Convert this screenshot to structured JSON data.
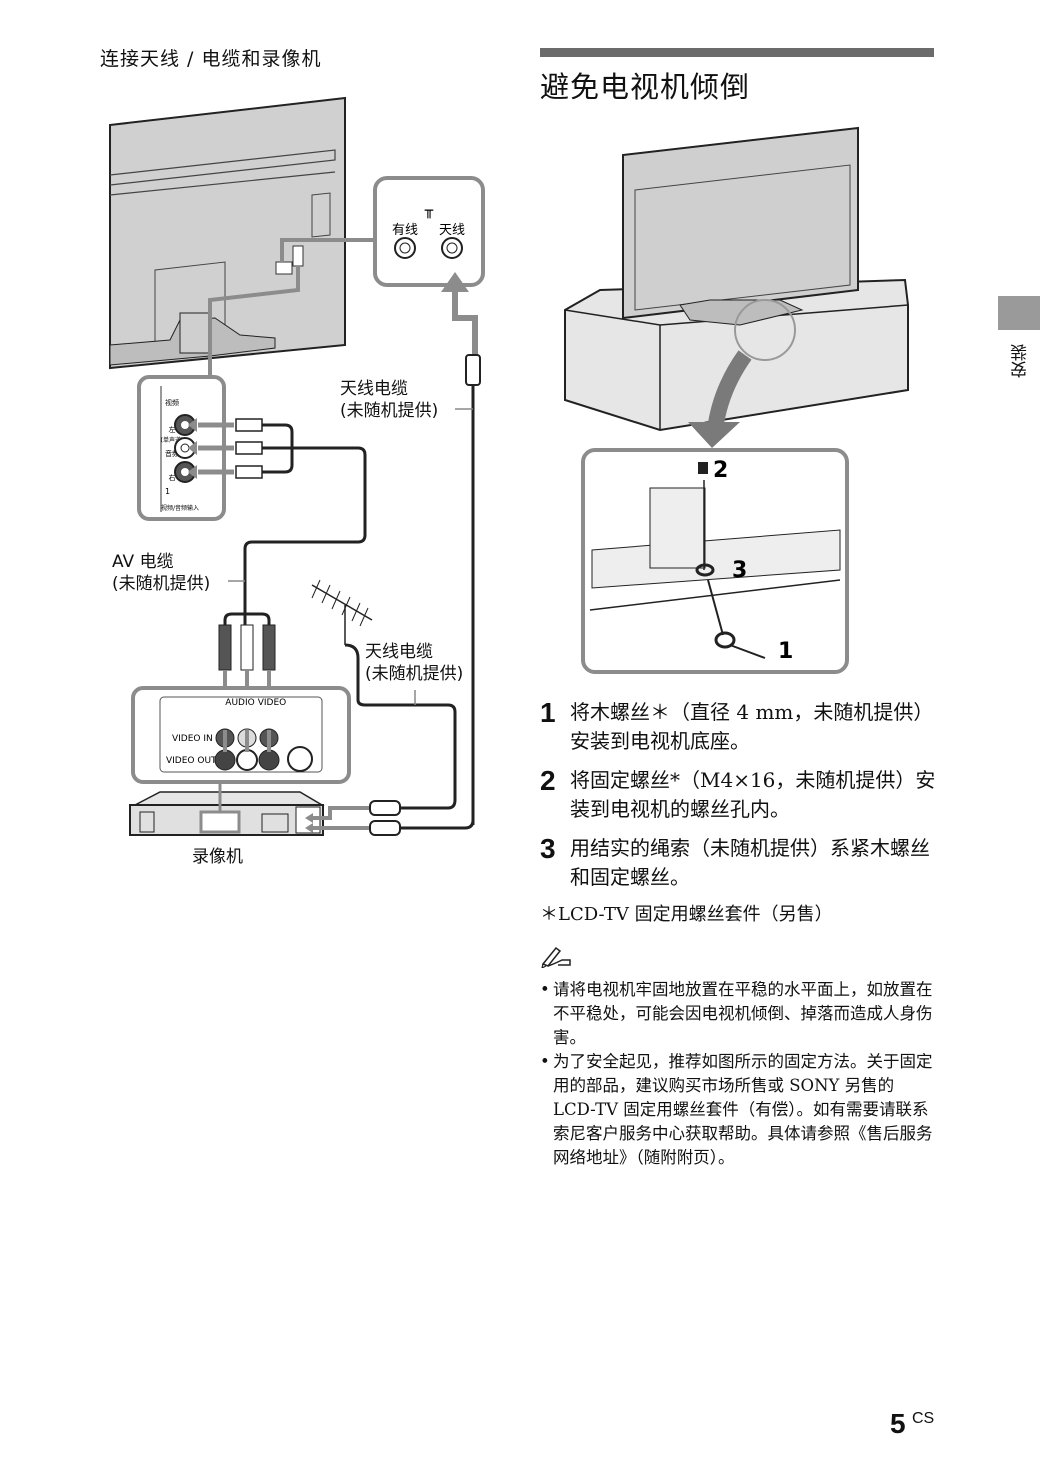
{
  "left_section": {
    "title": "连接天线 / 电缆和录像机",
    "wall_panel": {
      "symbol": "╥",
      "cable_label": "有线",
      "antenna_label": "天线"
    },
    "tv_av_panel": {
      "video_label": "视频",
      "left_label": "左",
      "mono_label": "(单声道)",
      "audio_label": "音频",
      "right_label": "右",
      "input_number": "1",
      "input_caption": "视频/音频输入"
    },
    "antenna_cable_label_1": {
      "line1": "天线电缆",
      "line2": "(未随机提供)"
    },
    "av_cable_label": {
      "line1": "AV 电缆",
      "line2": "(未随机提供)"
    },
    "antenna_cable_label_2": {
      "line1": "天线电缆",
      "line2": "(未随机提供)"
    },
    "vcr_panel": {
      "audio_label": "AUDIO",
      "video_label": "VIDEO",
      "video_in_label": "VIDEO IN",
      "video_out_label": "VIDEO OUT"
    },
    "vcr_caption": "录像机"
  },
  "right_section": {
    "title": "避免电视机倾倒",
    "callouts": [
      "1",
      "2",
      "3"
    ],
    "steps": [
      {
        "num": "1",
        "text": "将木螺丝＊（直径 4 mm，未随机提供）安装到电视机底座。"
      },
      {
        "num": "2",
        "text": "将固定螺丝*（M4×16，未随机提供）安装到电视机的螺丝孔内。"
      },
      {
        "num": "3",
        "text": "用结实的绳索（未随机提供）系紧木螺丝和固定螺丝。"
      }
    ],
    "footnote": "＊LCD-TV 固定用螺丝套件（另售）",
    "note_icon": "pencil-note-icon",
    "notes": [
      "请将电视机牢固地放置在平稳的水平面上，如放置在不平稳处，可能会因电视机倾倒、掉落而造成人身伤害。",
      "为了安全起见，推荐如图所示的固定方法。关于固定用的部品，建议购买市场所售或 SONY 另售的 LCD-TV 固定用螺丝套件（有偿）。如有需要请联系索尼客户服务中心获取帮助。具体请参照《售后服务网络地址》（随附附页）。"
    ]
  },
  "side_tab": {
    "label": "安装"
  },
  "footer": {
    "page_number": "5",
    "suffix": "CS"
  },
  "colors": {
    "rule": "#6b6b6b",
    "tab": "#9a9a9a",
    "cable_gray": "#8c8c8c",
    "panel_fill": "#d9d9d9"
  }
}
